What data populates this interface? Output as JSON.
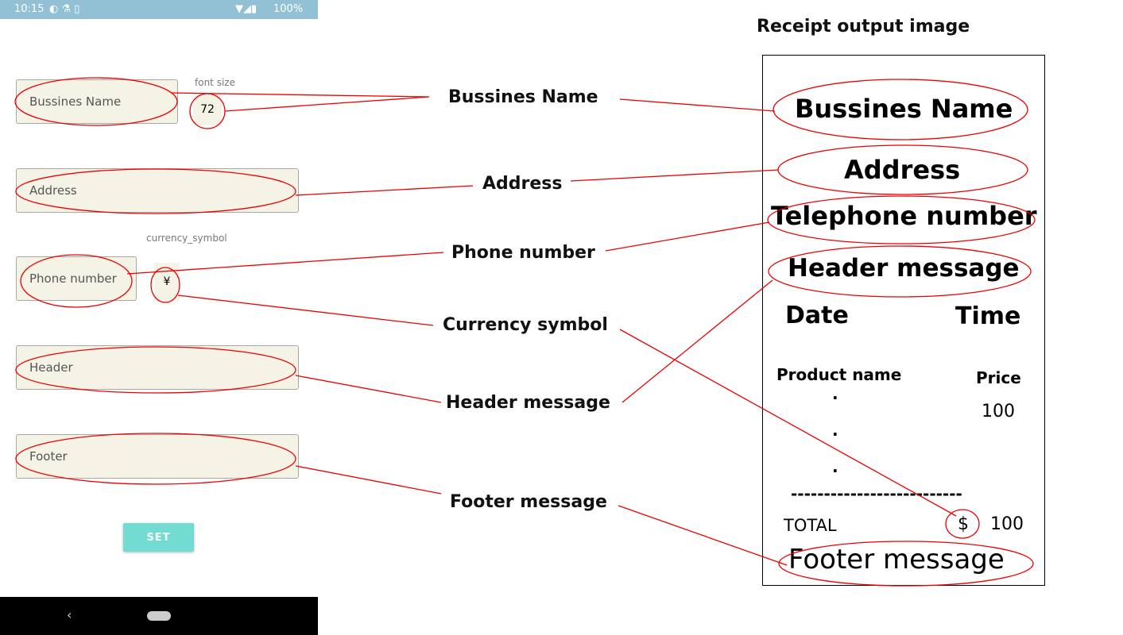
{
  "status_bar": {
    "time": "10:15",
    "battery": "100%"
  },
  "form": {
    "business_name_placeholder": "Bussines Name",
    "font_size_label": "font size",
    "font_size_value": "72",
    "address_placeholder": "Address",
    "currency_label": "currency_symbol",
    "phone_placeholder": "Phone number",
    "currency_value": "¥",
    "header_placeholder": "Header",
    "footer_placeholder": "Footer",
    "set_button": "SET"
  },
  "annotations": {
    "business": "Bussines Name",
    "address": "Address",
    "phone": "Phone number",
    "currency": "Currency symbol",
    "header": "Header message",
    "footer": "Footer message"
  },
  "receipt": {
    "title": "Receipt output image",
    "business": "Bussines Name",
    "address": "Address",
    "telephone": "Telephone number",
    "header": "Header message",
    "date": "Date",
    "time": "Time",
    "product_name": "Product name",
    "price": "Price",
    "dot": ".",
    "price_value": "100",
    "separator": "--------------------------",
    "total": "TOTAL",
    "currency": "$",
    "total_value": "100",
    "footer": "Footer message"
  }
}
